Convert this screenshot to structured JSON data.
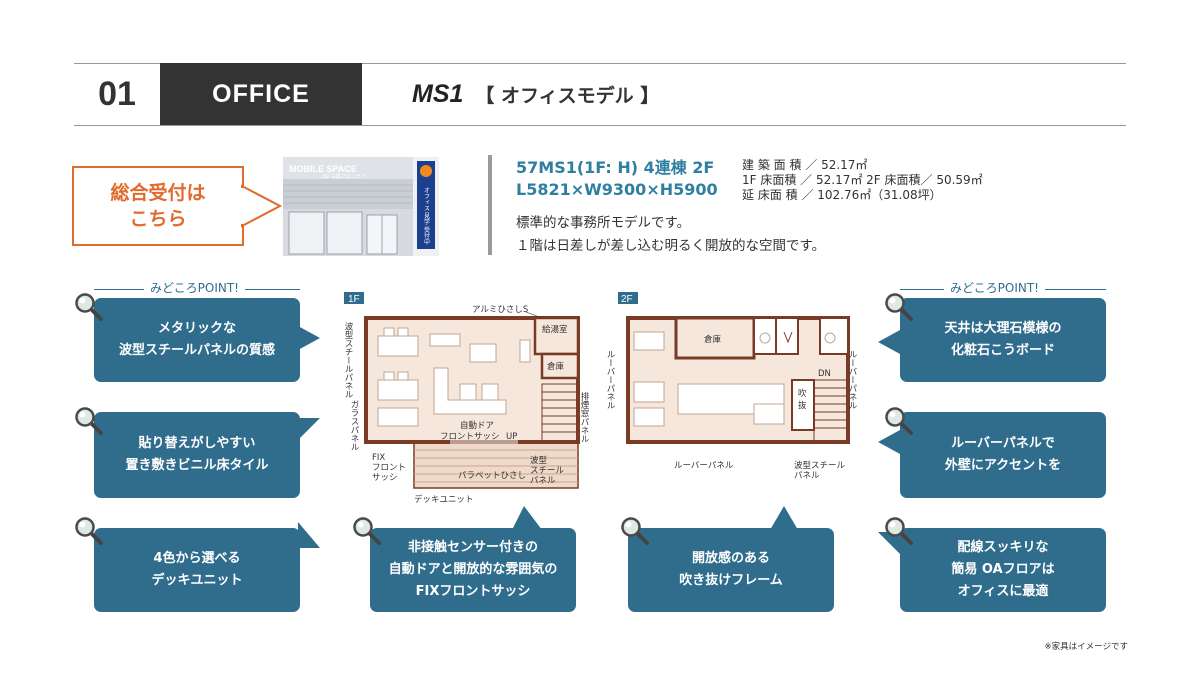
{
  "header": {
    "number": "01",
    "category": "OFFICE",
    "model": "MS1",
    "subtitle": "【 オフィスモデル 】"
  },
  "reception": {
    "line1": "総合受付は",
    "line2": "こちら"
  },
  "photo": {
    "sign_text": "MOBILE SPACE",
    "sign_sub": "by 三協フロンテア",
    "banner_text": "オフィス 見学 受付中"
  },
  "spec": {
    "line1": "57MS1(1F: H) 4連棟 2F",
    "line2": "L5821×W9300×H5900",
    "area1": "建 築 面 積 ／ 52.17㎡",
    "area2": "1F 床面積 ／ 52.17㎡  2F 床面積／ 50.59㎡",
    "area3": "延 床面 積 ／ 102.76㎡（31.08坪）",
    "desc1": "標準的な事務所モデルです。",
    "desc2": "１階は日差しが差し込む明るく開放的な空間です。"
  },
  "points_label_left": "みどころPOINT!",
  "points_label_right": "みどころPOINT!",
  "bubbles": {
    "b1": "メタリックな\n波型スチールパネルの質感",
    "b2": "貼り替えがしやすい\n置き敷きビニル床タイル",
    "b3": "4色から選べる\nデッキユニット",
    "b4": "非接触センサー付きの\n自動ドアと開放的な雰囲気の\nFIXフロントサッシ",
    "b5": "開放感のある\n吹き抜けフレーム",
    "b6": "天井は大理石模様の\n化粧石こうボード",
    "b7": "ルーバーパネルで\n外壁にアクセントを",
    "b8": "配線スッキリな\n簡易 OAフロアは\nオフィスに最適"
  },
  "plan1f": {
    "tag": "1F",
    "alumi": "アルミひさしS",
    "kyuto": "給湯室",
    "souko": "倉庫",
    "nami": "波型スチールパネル",
    "glass": "ガラスパネル",
    "door1": "自動ドア",
    "door2": "フロントサッシ",
    "up": "UP",
    "haien": "排煙窓パネル",
    "fix1": "FIX",
    "fix2": "フロント",
    "fix3": "サッシ",
    "parapet": "パラペットひさし",
    "nami2a": "波型",
    "nami2b": "スチール",
    "nami2c": "パネル",
    "deck": "デッキユニット"
  },
  "plan2f": {
    "tag": "2F",
    "souko": "倉庫",
    "dn": "DN",
    "fuki1": "吹",
    "fuki2": "抜",
    "louver_left": "ルーバーパネル",
    "louver_right": "ルーバーパネル",
    "louver_bottom": "ルーバーパネル",
    "nami1": "波型スチール",
    "nami2": "パネル"
  },
  "footnote": "※家具はイメージです",
  "colors": {
    "accent_blue": "#306d8d",
    "spec_blue": "#2f7fa0",
    "reception_orange": "#e06b2a",
    "wall_brown": "#7a3b26",
    "floor_beige": "#f6e7dc",
    "header_dark": "#333333"
  }
}
